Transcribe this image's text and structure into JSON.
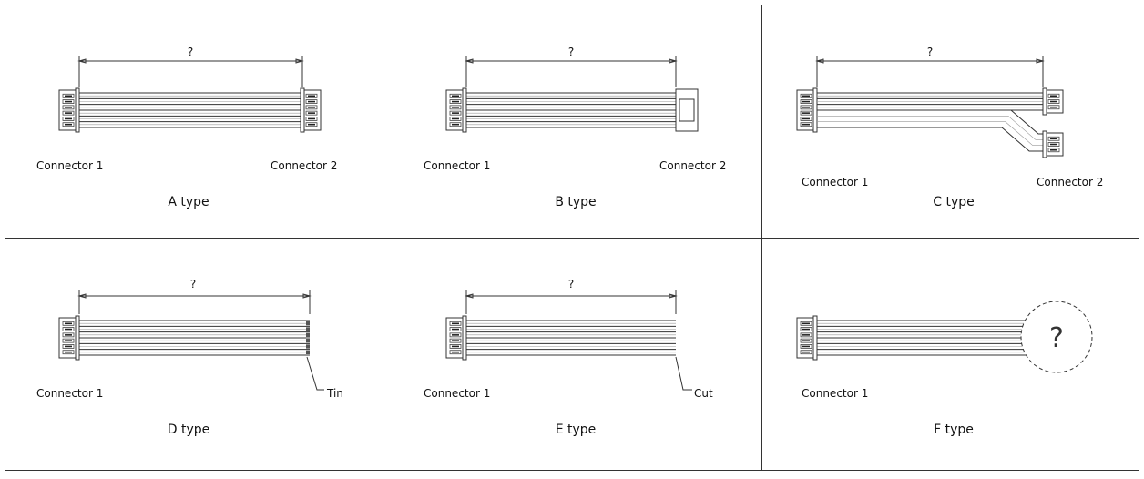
{
  "dimension_label": "?",
  "panels": [
    {
      "type_label": "A type",
      "left_label": "Connector 1",
      "right_label": "Connector 2"
    },
    {
      "type_label": "B type",
      "left_label": "Connector 1",
      "right_label": "Connector 2"
    },
    {
      "type_label": "C type",
      "left_label": "Connector 1",
      "right_label": "Connector 2"
    },
    {
      "type_label": "D type",
      "left_label": "Connector 1",
      "end_note": "Tin"
    },
    {
      "type_label": "E type",
      "left_label": "Connector 1",
      "end_note": "Cut"
    },
    {
      "type_label": "F type",
      "left_label": "Connector 1",
      "end_mark": "?"
    }
  ],
  "wire_count": 6
}
